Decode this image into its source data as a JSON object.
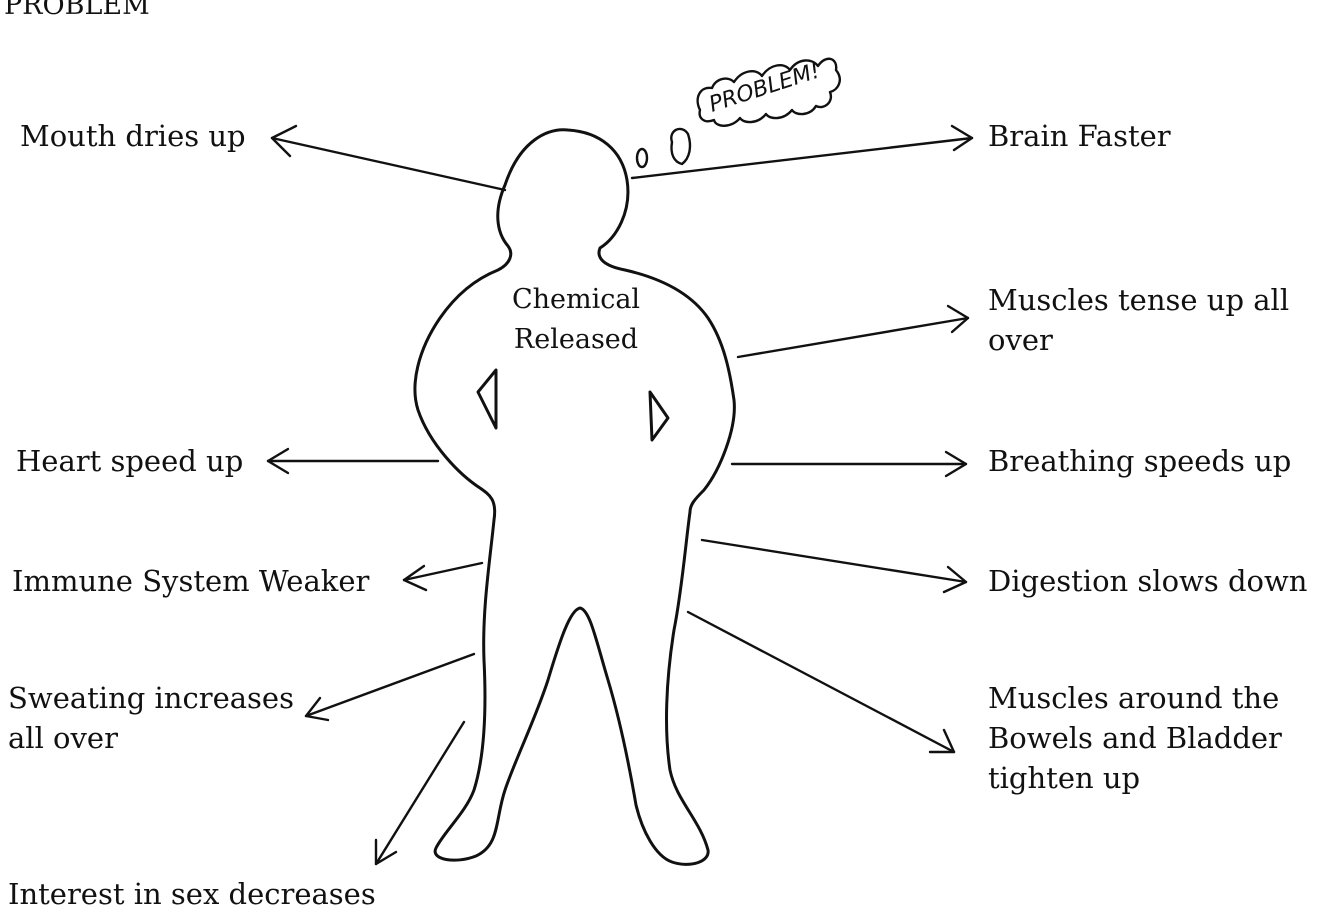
{
  "header": {
    "title": "PROBLEM"
  },
  "thought_bubble": {
    "text": "PROBLEM!"
  },
  "center": {
    "line1": "Chemical",
    "line2": "Released"
  },
  "effects": {
    "mouth": "Mouth dries up",
    "brain": "Brain Faster",
    "muscles_tense_1": "Muscles tense up all",
    "muscles_tense_2": "over",
    "heart": "Heart speed up",
    "breathing": "Breathing speeds up",
    "immune": "Immune System Weaker",
    "digestion": "Digestion slows down",
    "sweating_1": "Sweating increases",
    "sweating_2": "all over",
    "bowels_1": "Muscles around the",
    "bowels_2": "Bowels and Bladder",
    "bowels_3": "tighten up",
    "sex": "Interest in sex decreases"
  },
  "colors": {
    "ink": "#111111",
    "background": "#ffffff"
  }
}
